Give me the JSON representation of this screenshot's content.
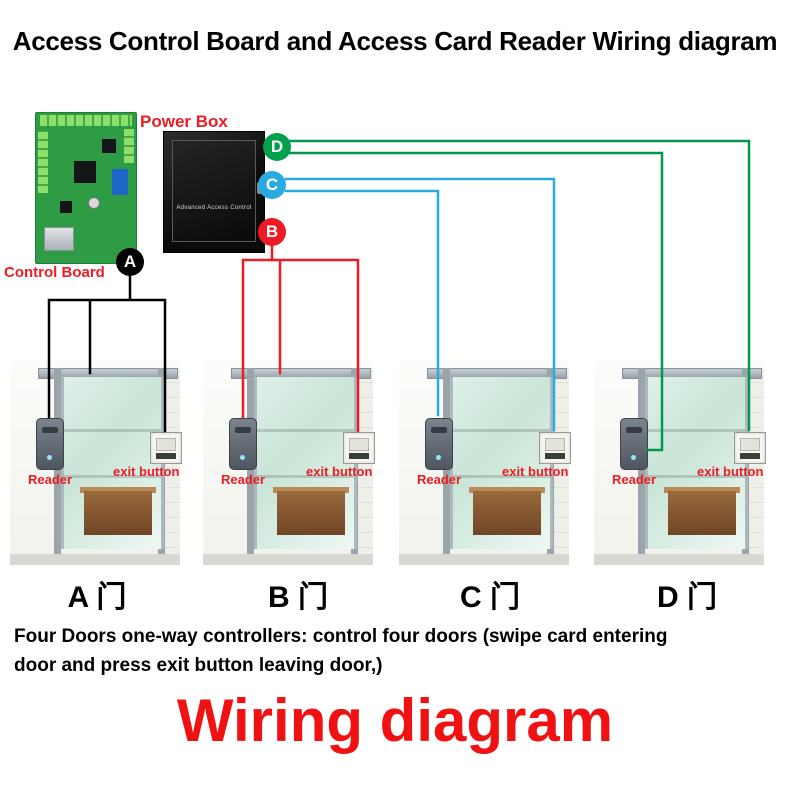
{
  "title": "Access Control Board and Access Card Reader Wiring diagram",
  "labels": {
    "control_board": "Control Board",
    "power_box": "Power Box"
  },
  "power_box": {
    "panel_text": "Advanced Access Control"
  },
  "badges": [
    {
      "letter": "D",
      "color": "#00a04d"
    },
    {
      "letter": "C",
      "color": "#29abe2"
    },
    {
      "letter": "B",
      "color": "#ec1b24"
    },
    {
      "letter": "A",
      "color": "#000000"
    }
  ],
  "doors": [
    {
      "door_label": "A 门",
      "reader_label": "Reader",
      "exit_label": "exit button",
      "wire_color": "#000000"
    },
    {
      "door_label": "B 门",
      "reader_label": "Reader",
      "exit_label": "exit button",
      "wire_color": "#ec1b24"
    },
    {
      "door_label": "C 门",
      "reader_label": "Reader",
      "exit_label": "exit button",
      "wire_color": "#29abe2"
    },
    {
      "door_label": "D 门",
      "reader_label": "Reader",
      "exit_label": "exit button",
      "wire_color": "#009a4e"
    }
  ],
  "description": {
    "line1": "Four Doors one-way controllers: control four doors (swipe card entering",
    "line2": "door and press exit button leaving door,)"
  },
  "footer_title": "Wiring diagram",
  "colors": {
    "accent_red": "#ec1b24",
    "wire_black": "#000000",
    "wire_red": "#ec1b24",
    "wire_cyan": "#29abe2",
    "wire_green": "#009a4e"
  }
}
